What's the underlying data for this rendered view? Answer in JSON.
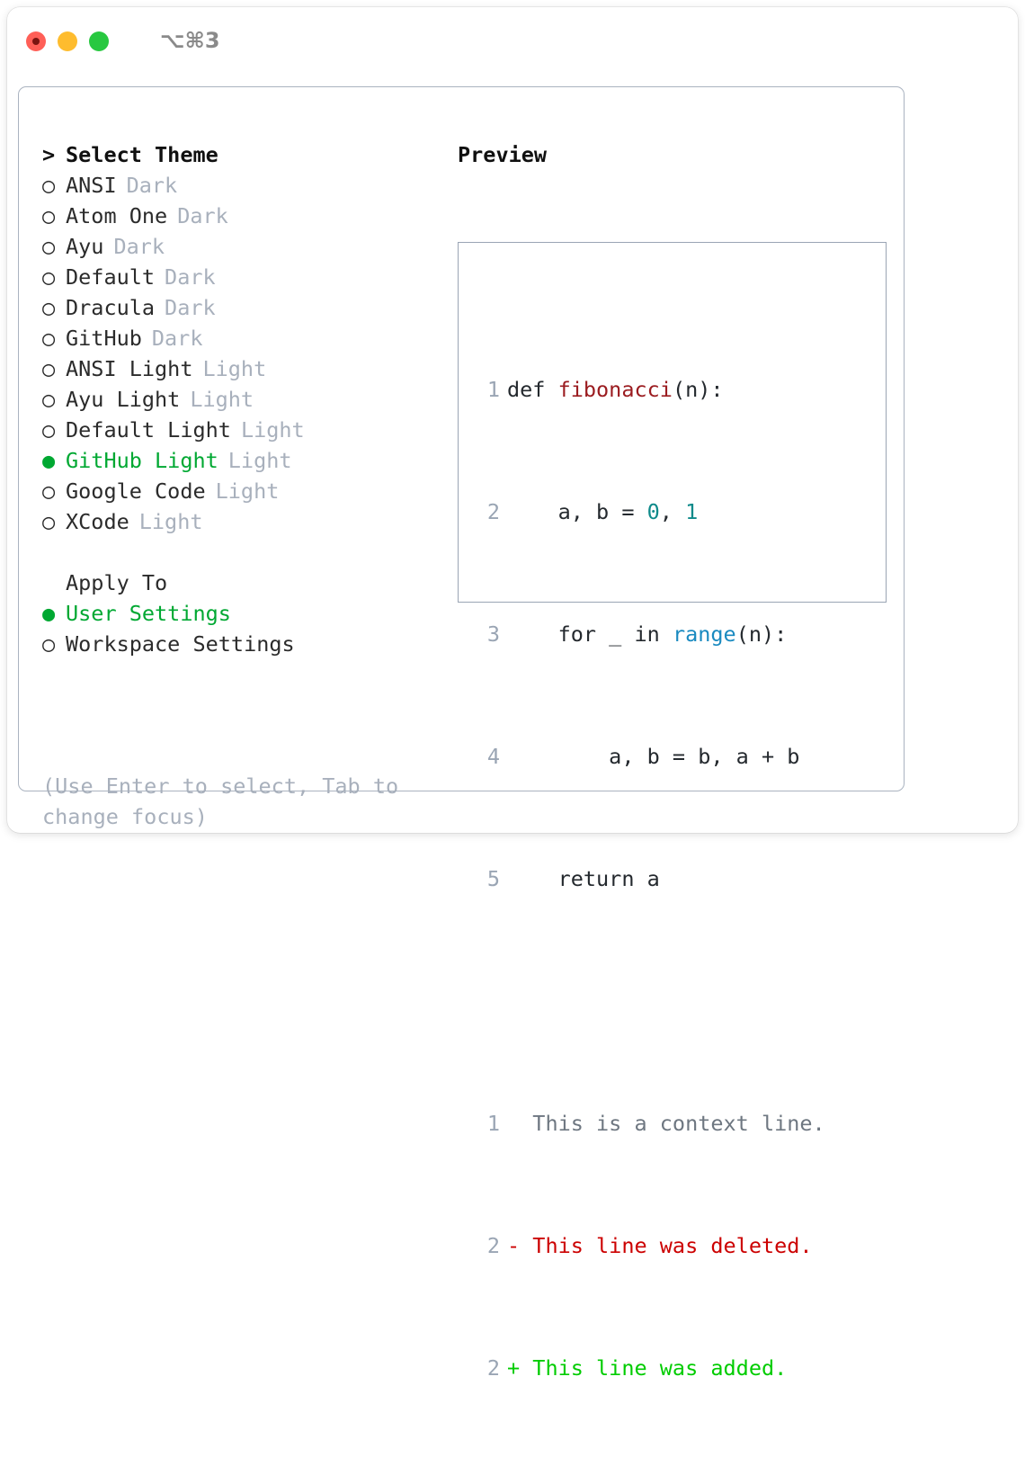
{
  "window": {
    "shortcut": "⌥⌘3",
    "traffic_lights": [
      {
        "name": "close",
        "color": "#ff5f57"
      },
      {
        "name": "minimize",
        "color": "#febc2e"
      },
      {
        "name": "zoom",
        "color": "#28c840"
      }
    ]
  },
  "theme_panel": {
    "header": {
      "caret": ">",
      "label": "Select Theme"
    },
    "markers": {
      "selected": "●",
      "unselected": "○"
    },
    "items": [
      {
        "marker": "○",
        "label": "ANSI",
        "tag": "Dark",
        "selected": false
      },
      {
        "marker": "○",
        "label": "Atom One",
        "tag": "Dark",
        "selected": false
      },
      {
        "marker": "○",
        "label": "Ayu",
        "tag": "Dark",
        "selected": false
      },
      {
        "marker": "○",
        "label": "Default",
        "tag": "Dark",
        "selected": false
      },
      {
        "marker": "○",
        "label": "Dracula",
        "tag": "Dark",
        "selected": false
      },
      {
        "marker": "○",
        "label": "GitHub",
        "tag": "Dark",
        "selected": false
      },
      {
        "marker": "○",
        "label": "ANSI Light",
        "tag": "Light",
        "selected": false
      },
      {
        "marker": "○",
        "label": "Ayu Light",
        "tag": "Light",
        "selected": false
      },
      {
        "marker": "○",
        "label": "Default Light",
        "tag": "Light",
        "selected": false
      },
      {
        "marker": "●",
        "label": "GitHub Light",
        "tag": "Light",
        "selected": true
      },
      {
        "marker": "○",
        "label": "Google Code",
        "tag": "Light",
        "selected": false
      },
      {
        "marker": "○",
        "label": "XCode",
        "tag": "Light",
        "selected": false
      }
    ]
  },
  "apply_to": {
    "header": {
      "marker": " ",
      "label": "Apply To"
    },
    "options": [
      {
        "marker": "●",
        "label": "User Settings",
        "selected": true
      },
      {
        "marker": "○",
        "label": "Workspace Settings",
        "selected": false
      }
    ]
  },
  "hint": {
    "line1": "(Use Enter to select, Tab to",
    "line2": "change focus)"
  },
  "preview": {
    "title": "Preview",
    "code_lines": [
      {
        "num": "1",
        "tokens": [
          {
            "text": "def ",
            "kind": "plain"
          },
          {
            "text": "fibonacci",
            "kind": "func"
          },
          {
            "text": "(n):",
            "kind": "plain"
          }
        ]
      },
      {
        "num": "2",
        "tokens": [
          {
            "text": "    a, b = ",
            "kind": "plain"
          },
          {
            "text": "0",
            "kind": "num"
          },
          {
            "text": ", ",
            "kind": "plain"
          },
          {
            "text": "1",
            "kind": "num"
          }
        ]
      },
      {
        "num": "3",
        "tokens": [
          {
            "text": "    for _ in ",
            "kind": "plain"
          },
          {
            "text": "range",
            "kind": "builtin"
          },
          {
            "text": "(n):",
            "kind": "plain"
          }
        ]
      },
      {
        "num": "4",
        "tokens": [
          {
            "text": "        a, b = b, a + b",
            "kind": "plain"
          }
        ]
      },
      {
        "num": "5",
        "tokens": [
          {
            "text": "    return a",
            "kind": "plain"
          }
        ]
      }
    ],
    "diff_lines": [
      {
        "num": "1",
        "text": "  This is a context line.",
        "kind": "ctx"
      },
      {
        "num": "2",
        "text": "- This line was deleted.",
        "kind": "del"
      },
      {
        "num": "2",
        "text": "+ This line was added.",
        "kind": "add"
      }
    ]
  },
  "colors": {
    "accent_green": "#00a832",
    "muted": "#a8b0bc",
    "border": "#aab3c0",
    "preview_border": "#9aa5b4",
    "code_plain": "#24292e",
    "code_function": "#9b1c20",
    "code_number": "#0f8a8a",
    "code_builtin": "#1a8ac0",
    "diff_context": "#6e7781",
    "diff_deleted": "#cc0000",
    "diff_added": "#00cc00"
  }
}
